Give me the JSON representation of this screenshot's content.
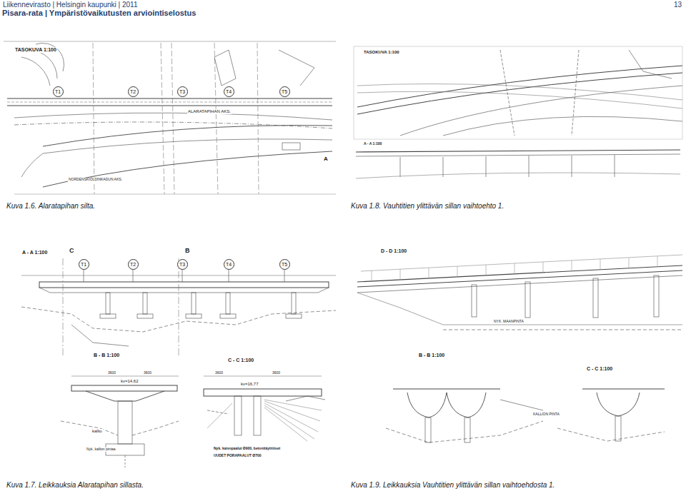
{
  "diagram": {
    "title": "Pisara-rata | Ympäristövaikutusten arviointiselostus",
    "nodes": [
      {
        "text": [
          "T1"
        ]
      },
      {
        "text": [
          "T2"
        ]
      },
      {
        "text": [
          "T3"
        ]
      },
      {
        "text": [
          "T4"
        ]
      },
      {
        "text": [
          "T5"
        ]
      },
      {
        "text": [
          "T1"
        ]
      },
      {
        "text": [
          "T2"
        ]
      },
      {
        "text": [
          "T3"
        ]
      },
      {
        "text": [
          "T4"
        ]
      },
      {
        "text": [
          "T5"
        ]
      }
    ],
    "labels": [
      "Liikennevirasto | Helsingin kaupunki | 2011",
      "13",
      "TASOKUVA 1:100",
      "ALARATAPIHAN AKS.",
      "NORDENSKIÖLDINKADUN AKS.",
      "TASOKUVA 1:100",
      "A - A 1:100",
      "A",
      "Kuva 1.6. Alaratapihan silta.",
      "Kuva 1.8. Vauhtitien ylittävän sillan vaihtoehto 1.",
      "A - A 1:100",
      "C",
      "B",
      "D - D 1:100",
      "NYK. MAANPINTA",
      "B - B 1:100",
      "kv=14,62",
      "kallio",
      "Nyk. kallion pintaa",
      "C - C 1:100",
      "kv=16,77",
      "Nyk. kaivopaalut Ø900, betonitäyttöiset",
      "UUDET PORAPAALUT Ø700",
      "B - B 1:100",
      "C - C 1:100",
      "Kuva 1.7. Leikkauksia Alaratapihan sillasta.",
      "Kuva 1.9. Leikkauksia Vauhtitien ylittävän sillan vaihtoehdosta 1.",
      "KALLION PINTA",
      "3600",
      "3600",
      "3600",
      "3600"
    ]
  }
}
